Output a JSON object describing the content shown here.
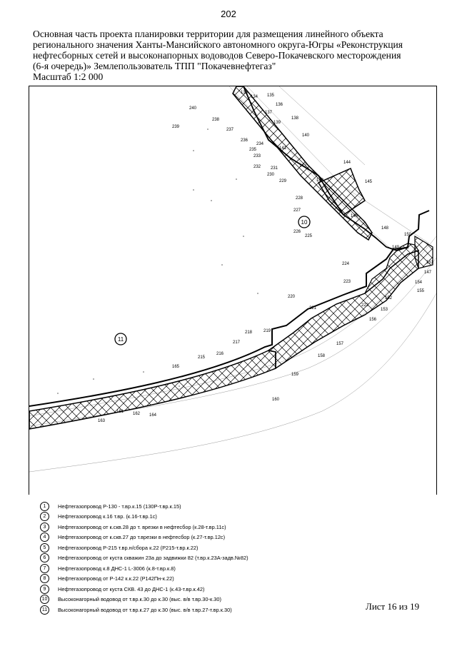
{
  "page_number": "202",
  "title_lines": [
    "Основная часть проекта планировки территории для размещения линейного объекта",
    "регионального  значения Ханты-Мансийского автономного округа-Югры «Реконструкция",
    "нефтесборных сетей и высоконапорных водоводов Северо-Покачевского месторождения",
    "(6-я очередь)» Землепользователь ТПП \"Покачевнефтегаз\""
  ],
  "scale": "Масштаб 1:2 000",
  "map": {
    "zone_markers": [
      "10",
      "11"
    ],
    "point_labels": [
      "133",
      "134",
      "135",
      "136",
      "137",
      "138",
      "139",
      "140",
      "141",
      "142",
      "143",
      "144",
      "145",
      "146",
      "148",
      "149",
      "150",
      "151",
      "147",
      "154",
      "155",
      "152",
      "153",
      "156",
      "157",
      "158",
      "159",
      "160",
      "161",
      "162",
      "163",
      "164",
      "165",
      "215",
      "216",
      "217",
      "218",
      "219",
      "220",
      "221",
      "222",
      "223",
      "224",
      "225",
      "226",
      "227",
      "228",
      "229",
      "230",
      "231",
      "232",
      "233",
      "234",
      "235",
      "236",
      "237",
      "238",
      "239",
      "240"
    ]
  },
  "legend": [
    {
      "num": "1",
      "text": "Нефтегазопровод Р-130 - т.вр.к.15 (130Р-т.вр.к.15)"
    },
    {
      "num": "2",
      "text": "Нефтегазопровод к.16 т.вр. (к.16-т.вр.1с)"
    },
    {
      "num": "3",
      "text": "Нефтегазопровод от к.скв.28 до т. врезки в нефтесбор (к.28-т.вр.11с)"
    },
    {
      "num": "4",
      "text": "Нефтегазопровод от к.скв.27 до т.врезки в нефтесбор (к.27-т.вр.12с)"
    },
    {
      "num": "5",
      "text": "Нефтегазопровод Р-215 т.вр.н/сбора к.22 (Р215-т.вр.к.22)"
    },
    {
      "num": "6",
      "text": "Нефтегазопровод от куста скважин 23а до задвижки 82 (т.вр.к.23А-задв.№82)"
    },
    {
      "num": "7",
      "text": "Нефтегазопровод к.8 ДНС-1 L-3006 (к.8-т.вр.к.8)"
    },
    {
      "num": "8",
      "text": "Нефтегазопровод от Р-142 к.к.22 (Р142Пн-к.22)"
    },
    {
      "num": "9",
      "text": "Нефтегазопровод от куста СКВ. 43 до ДНС-1 (к.43-т.вр.к.42)"
    },
    {
      "num": "10",
      "text": "Высоконагорный водовод от т.вр.к.30  до к.30 (выс. в/в т.вр.30-к.30)"
    },
    {
      "num": "11",
      "text": "Высоконагорный водовод от т.вр.к.27 до к.30 (выс. в/в т.вр.27-т.вр.к.30)"
    }
  ],
  "sheet": "Лист 16 из 19"
}
